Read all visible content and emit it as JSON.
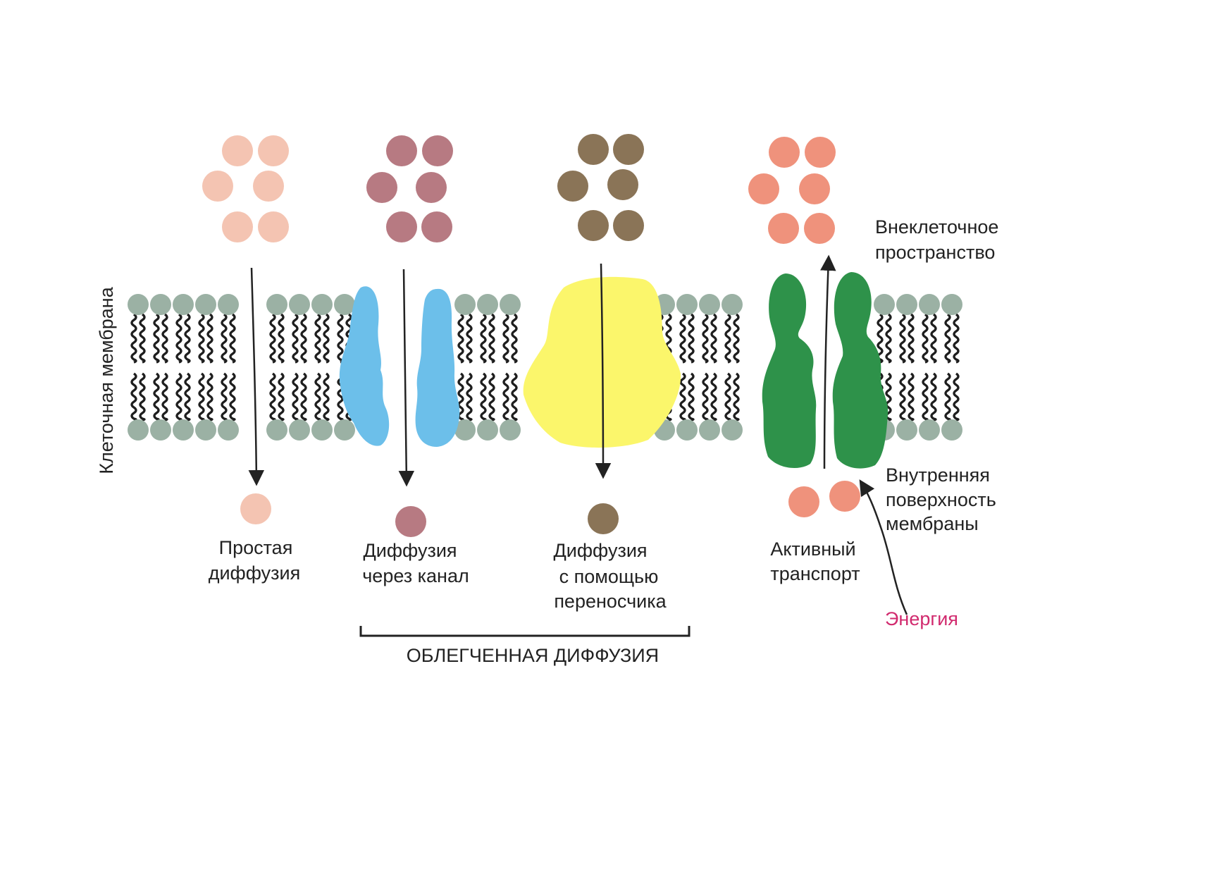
{
  "colors": {
    "simple": "#f4c4b2",
    "channel_solute": "#b77a82",
    "carrier_solute": "#8a7457",
    "active_solute": "#ef927c",
    "head": "#9bb1a4",
    "tail": "#1e1e1e",
    "channel": "#6cbfea",
    "carrier": "#fbf66b",
    "pump": "#2e924a",
    "energy": "#d12a6e",
    "text": "#222222"
  },
  "labels": {
    "membrane": "Клеточная мембрана",
    "simple_line1": "Простая",
    "simple_line2": "диффузия",
    "channel_line1": "Диффузия",
    "channel_line2": "через канал",
    "carrier_line1": "Диффузия",
    "carrier_line2": "с помощью",
    "carrier_line3": "переносчика",
    "active_line1": "Активный",
    "active_line2": "транспорт",
    "facilitated": "ОБЛЕГЧЕННАЯ ДИФФУЗИЯ",
    "outside_line1": "Внеклеточное",
    "outside_line2": "пространство",
    "inside_line1": "Внутренняя",
    "inside_line2": "поверхность",
    "inside_line3": "мембраны",
    "energy": "Энергия"
  },
  "icons": {
    "channel": "channel-protein-icon",
    "carrier": "carrier-protein-icon",
    "pump": "pump-protein-icon"
  }
}
